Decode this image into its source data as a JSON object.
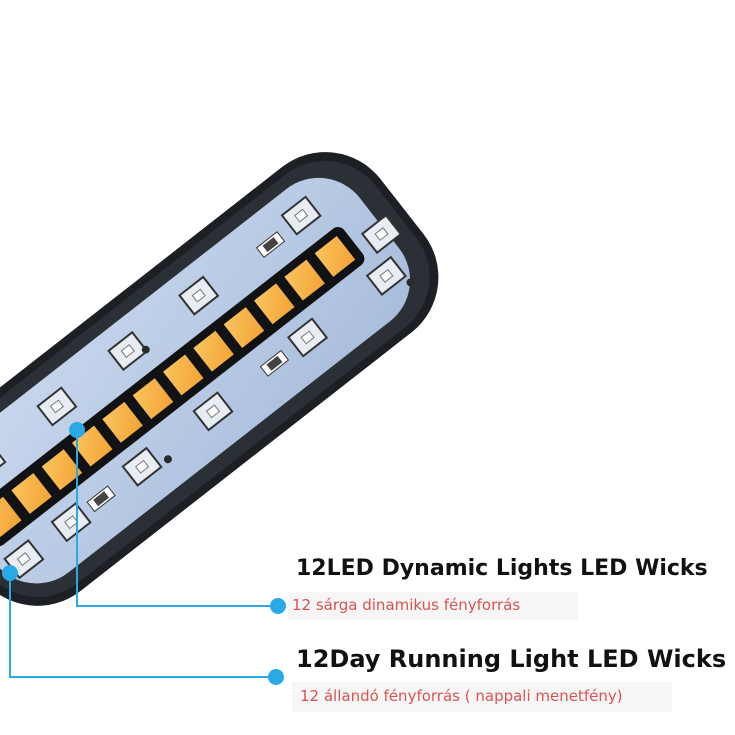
{
  "callouts": {
    "dynamic": {
      "title": "12LED Dynamic Lights LED Wicks",
      "subtitle": "12 sárga dinamikus fényforrás"
    },
    "drl": {
      "title": "12Day Running Light LED Wicks",
      "subtitle": "12 állandó fényforrás ( nappali menetfény)"
    }
  },
  "colors": {
    "housing": "#1c1f24",
    "pcb": "#b9cbe3",
    "amber_led": "#f6b041",
    "white_led": "#e8edf4",
    "callout_line": "#29a9e6",
    "subtitle_text": "#d9534f"
  }
}
